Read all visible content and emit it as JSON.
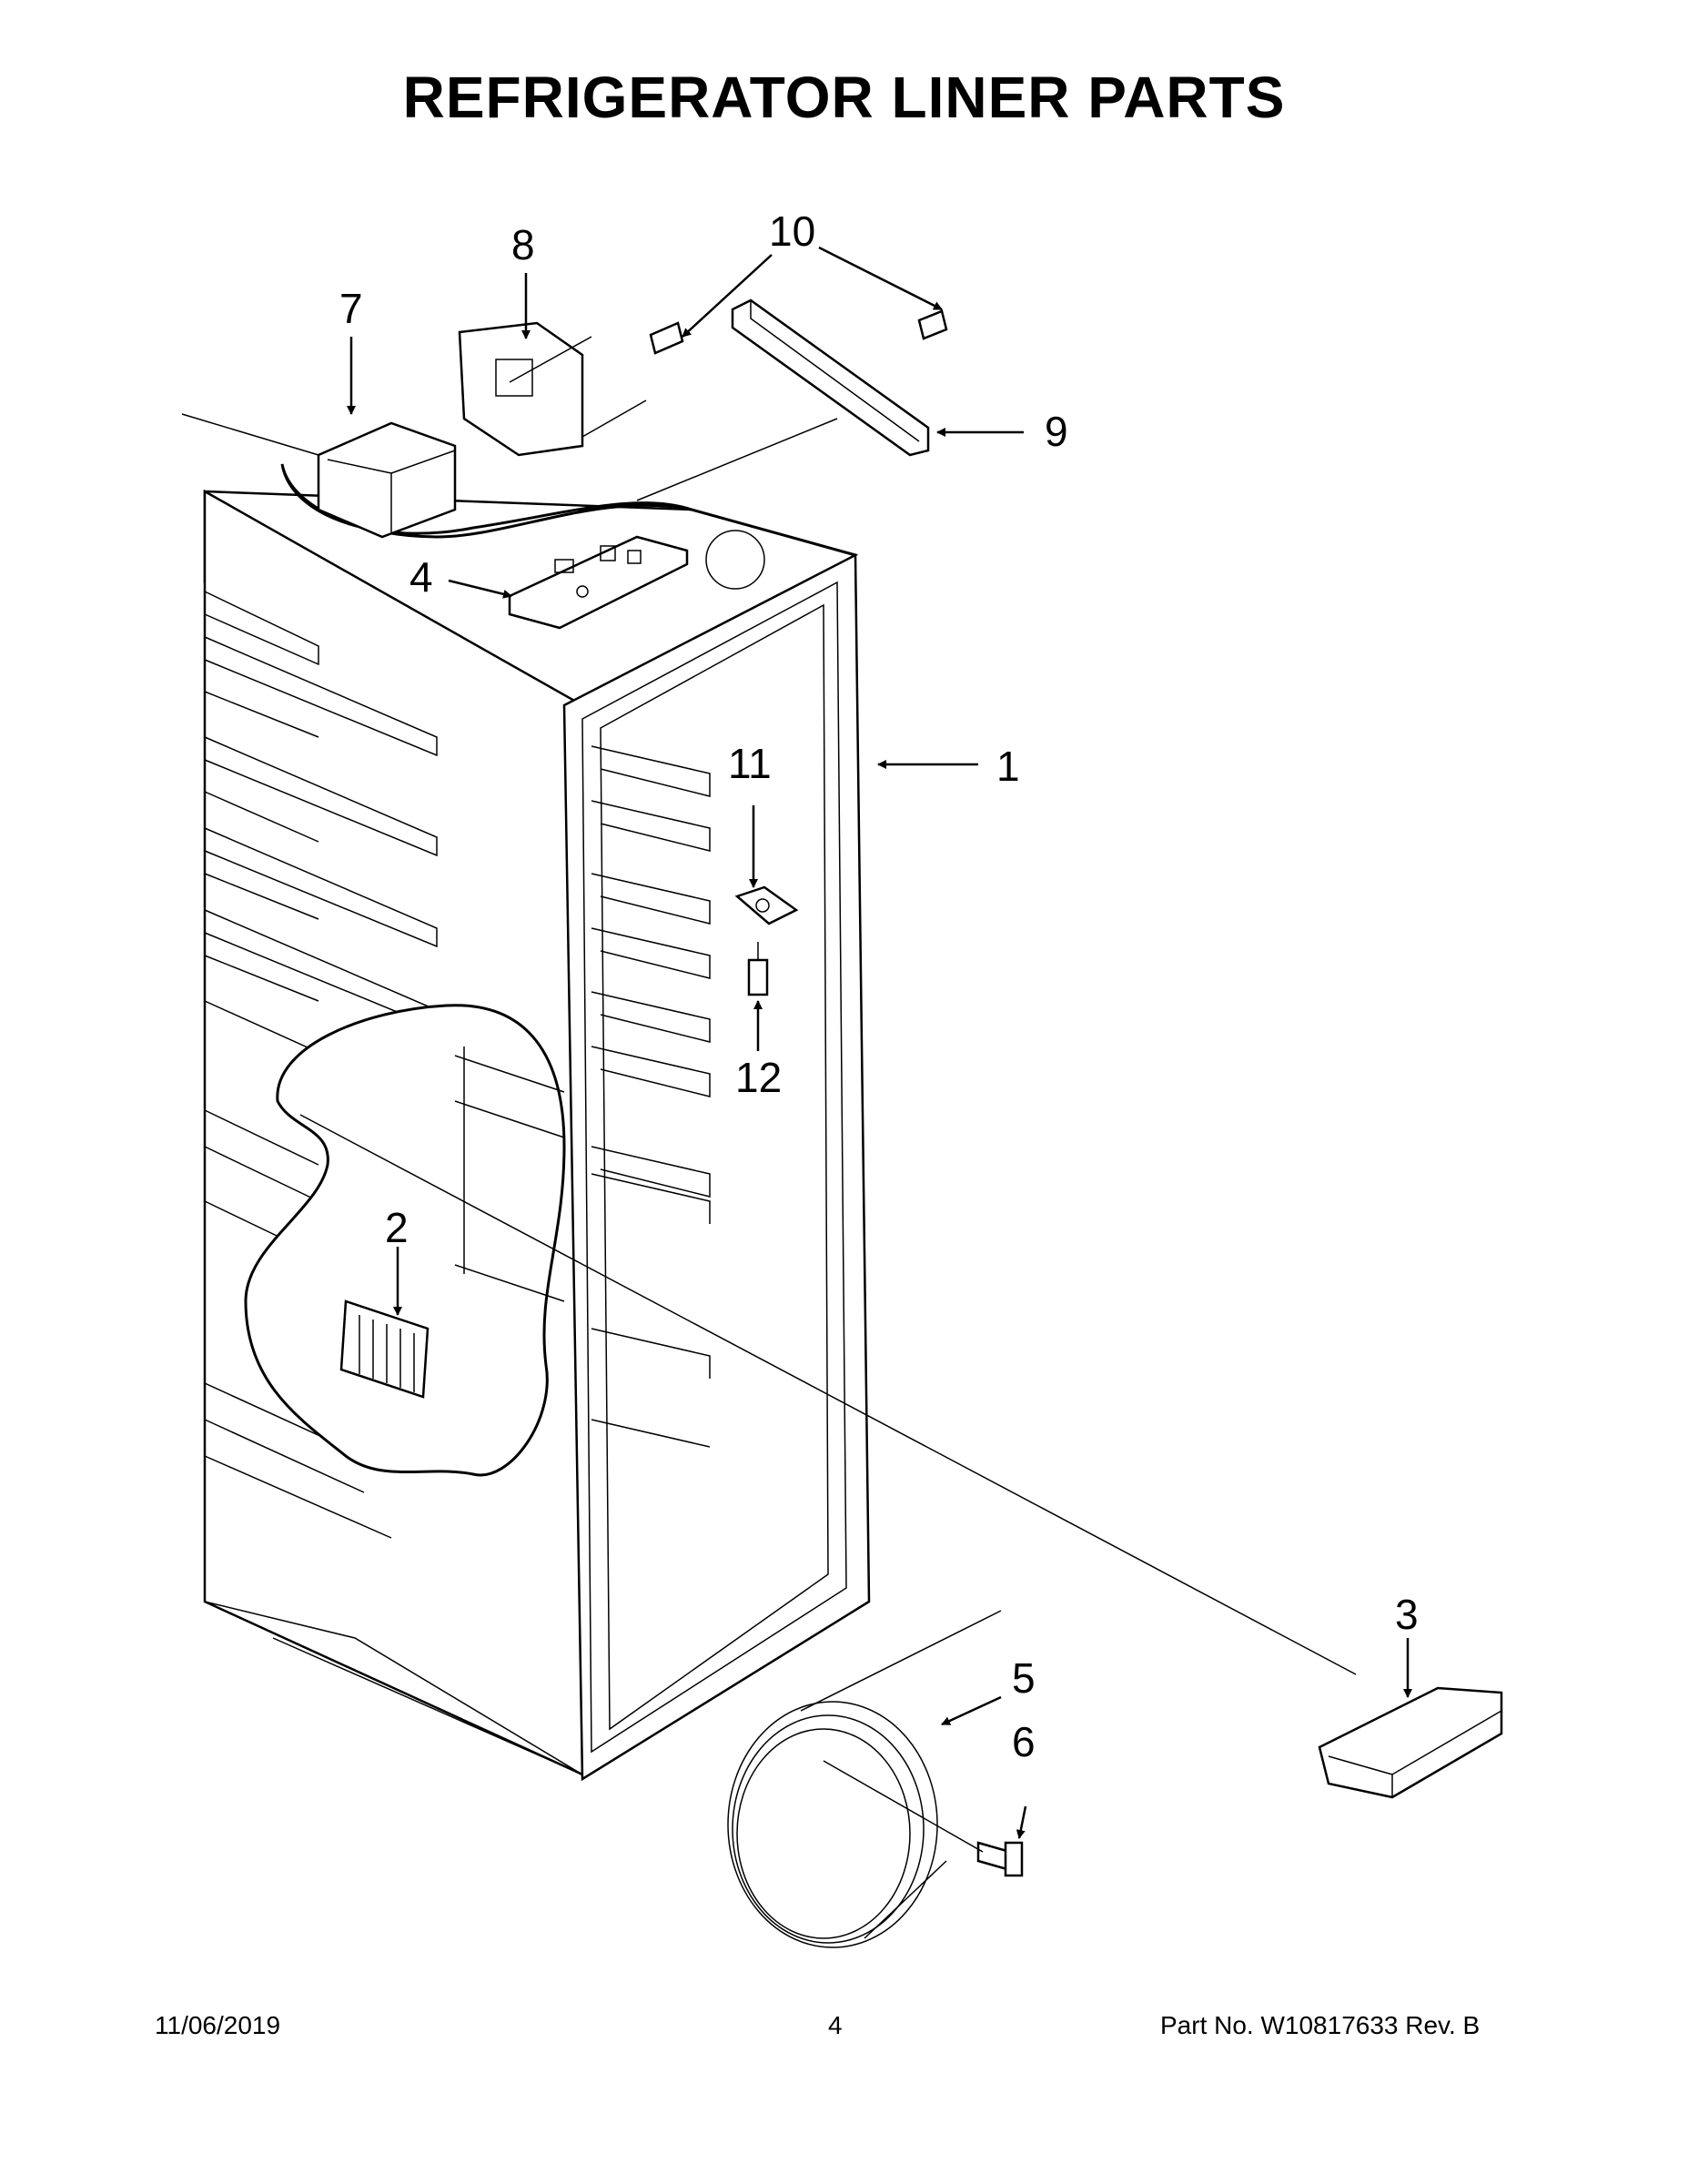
{
  "header": {
    "title": "REFRIGERATOR LINER PARTS"
  },
  "callouts": [
    "1",
    "2",
    "3",
    "4",
    "5",
    "6",
    "7",
    "8",
    "9",
    "10",
    "11",
    "12"
  ],
  "footer": {
    "date": "11/06/2019",
    "page_number": "4",
    "part_no": "Part No.  W10817633  Rev.  B"
  }
}
